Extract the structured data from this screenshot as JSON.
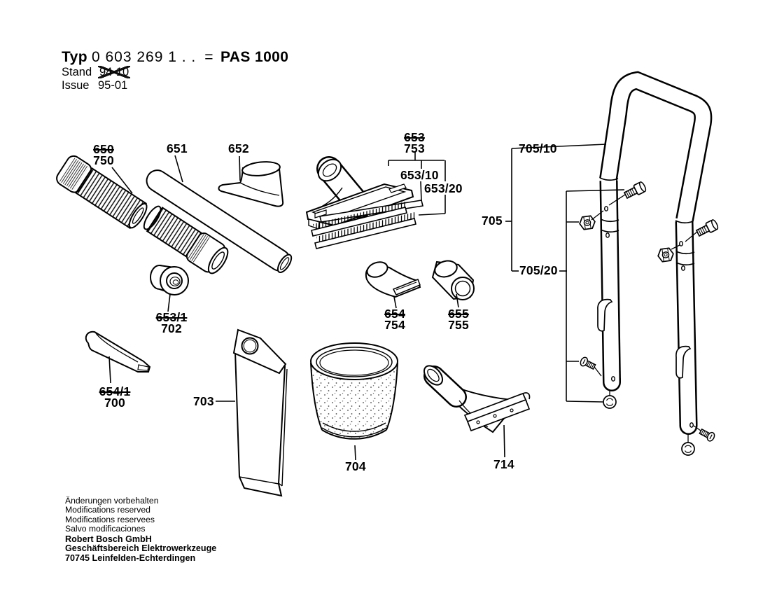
{
  "title": {
    "typ_label": "Typ",
    "type_number": "0 603 269 1 . .",
    "equals": "=",
    "model": "PAS 1000"
  },
  "revision": {
    "stand_label": "Stand",
    "stand_value": "94-10",
    "issue_label": "Issue",
    "issue_value": "95-01"
  },
  "part_labels": {
    "hose": {
      "old": "650",
      "new": "750"
    },
    "tube": {
      "label": "651"
    },
    "cone_nozzle": {
      "label": "652"
    },
    "floor_nozzle": {
      "old": "653",
      "new": "753"
    },
    "floor_insert": {
      "label": "653/10"
    },
    "floor_brush": {
      "label": "653/20"
    },
    "adapter_ring": {
      "old": "653/1",
      "new": "702"
    },
    "flat_nozzle": {
      "old": "654",
      "new": "754"
    },
    "round_nozzle": {
      "old": "655",
      "new": "755"
    },
    "crevice_nozzle": {
      "old": "654/1",
      "new": "700"
    },
    "dust_bag": {
      "label": "703"
    },
    "filter_bucket": {
      "label": "704"
    },
    "wide_nozzle": {
      "label": "714"
    },
    "handle": {
      "label": "705"
    },
    "handle_bow": {
      "label": "705/10"
    },
    "handle_hardware": {
      "label": "705/20"
    }
  },
  "footer": {
    "notices": [
      "Änderungen vorbehalten",
      "Modifications reserved",
      "Modifications reservees",
      "Salvo modificaciones"
    ],
    "company": [
      "Robert Bosch GmbH",
      "Geschäftsbereich Elektrowerkzeuge",
      "70745 Leinfelden-Echterdingen"
    ]
  },
  "colors": {
    "ink": "#000000",
    "paper": "#ffffff"
  }
}
